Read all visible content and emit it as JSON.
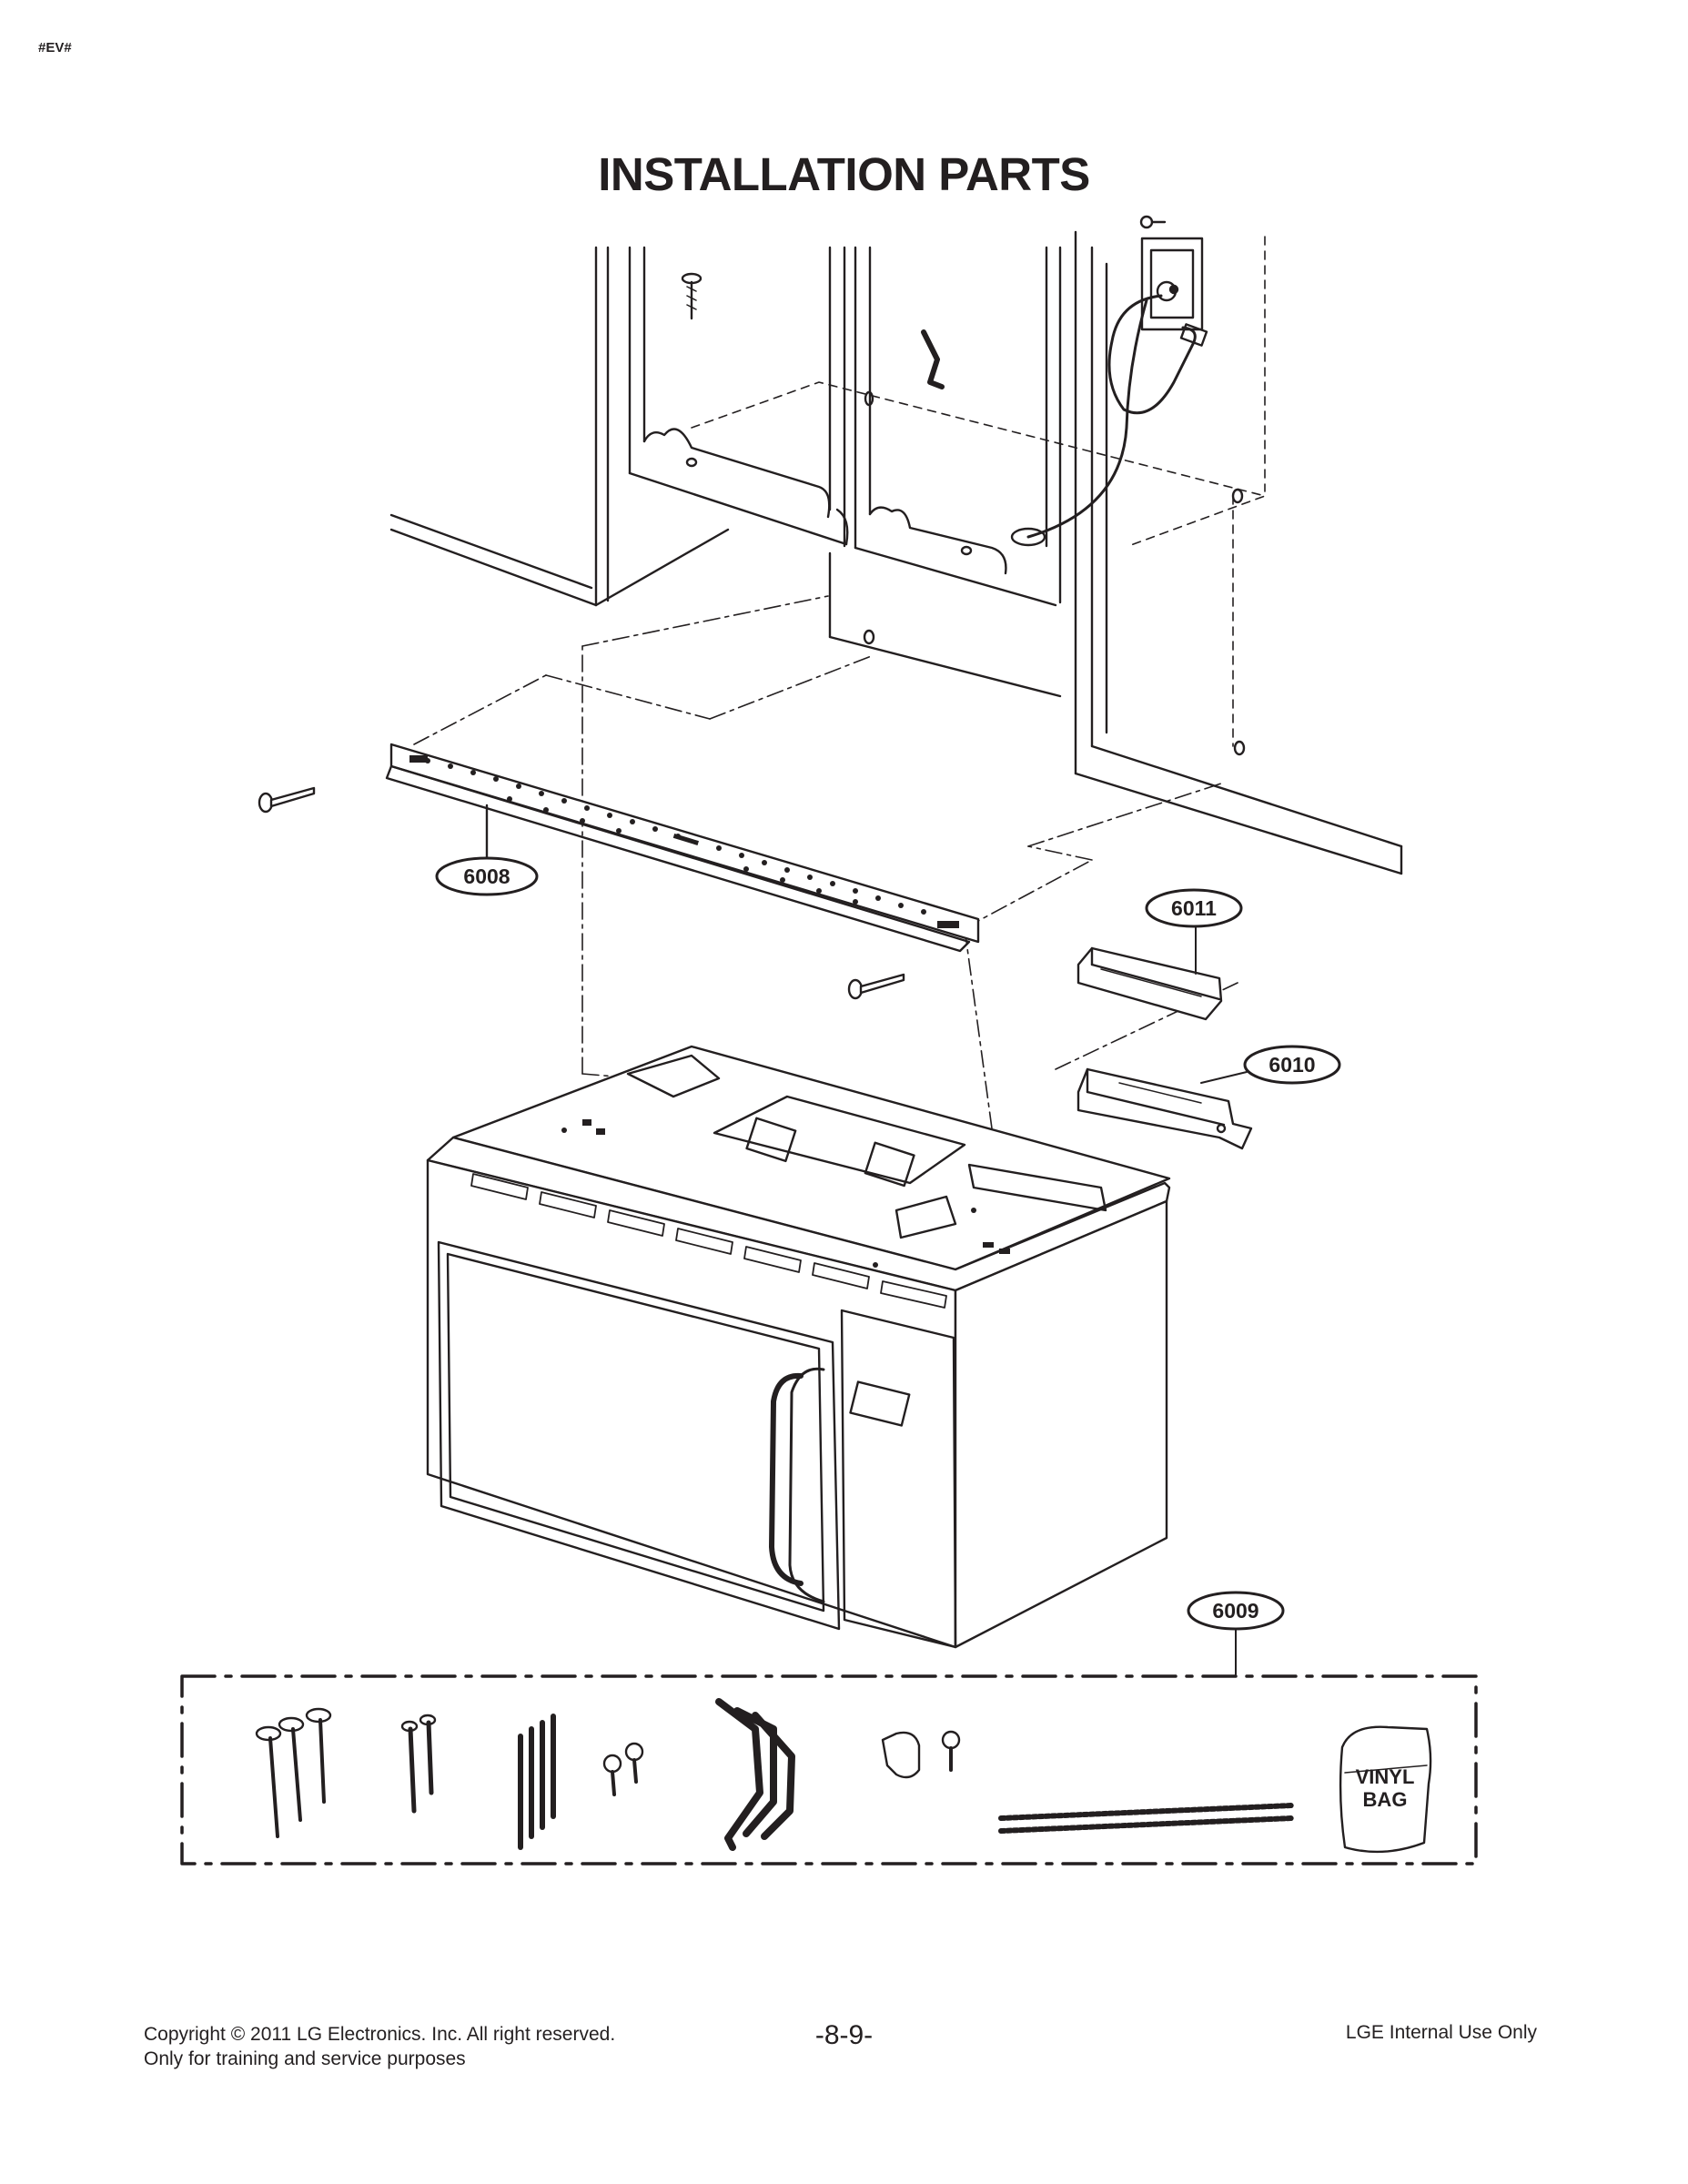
{
  "document": {
    "page_code": "#EV#",
    "title": "INSTALLATION PARTS"
  },
  "callouts": {
    "c6008": "6008",
    "c6009": "6009",
    "c6010": "6010",
    "c6011": "6011"
  },
  "bag_label": {
    "line1": "VINYL",
    "line2": "BAG"
  },
  "footer": {
    "copyright": "Copyright © 2011 LG Electronics. Inc. All right reserved.",
    "purpose": "Only for training and service purposes",
    "page_number": "-8-9-",
    "notice": "LGE Internal Use Only"
  },
  "colors": {
    "ink": "#231f20",
    "paper": "#ffffff"
  }
}
